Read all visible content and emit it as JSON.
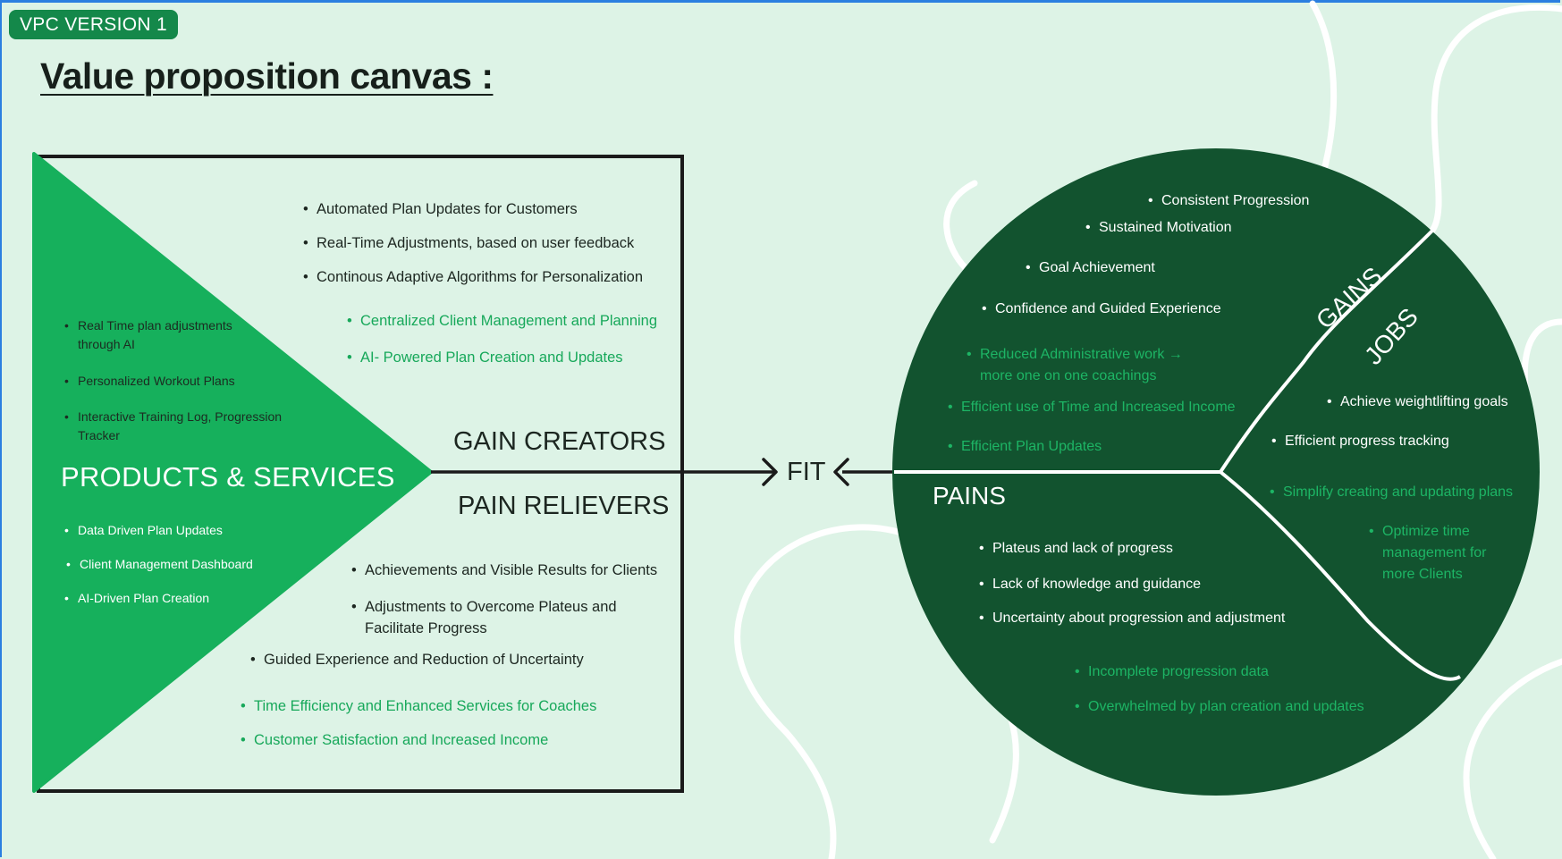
{
  "header": {
    "tag": "VPC VERSION 1",
    "title": "Value proposition canvas :"
  },
  "value_map": {
    "gain_creators_title": "GAIN CREATORS",
    "gain_creators": [
      "Automated Plan Updates for Customers",
      "Real-Time Adjustments, based on user feedback",
      "Continous Adaptive Algorithms for Personalization"
    ],
    "gain_creators_coach": [
      "Centralized Client Management and Planning",
      "AI- Powered Plan Creation and Updates"
    ],
    "products_title": "PRODUCTS & SERVICES",
    "products_top": [
      "Real Time plan adjustments through AI",
      "Personalized Workout Plans",
      "Interactive Training Log, Progression Tracker"
    ],
    "products_bottom": [
      "Data Driven Plan Updates",
      "Client Management Dashboard",
      "AI-Driven Plan Creation"
    ],
    "pain_relievers_title": "PAIN RELIEVERS",
    "pain_relievers": [
      "Achievements and Visible Results for Clients",
      "Adjustments to Overcome Plateus and Facilitate Progress",
      "Guided Experience and Reduction of Uncertainty"
    ],
    "pain_relievers_coach": [
      "Time Efficiency and Enhanced Services for Coaches",
      "Customer Satisfaction and Increased Income"
    ]
  },
  "fit": {
    "label": "FIT"
  },
  "customer_profile": {
    "gains_title": "GAINS",
    "gains": [
      "Consistent Progression",
      "Sustained Motivation",
      "Goal Achievement",
      "Confidence and Guided Experience"
    ],
    "gains_coach": [
      "Reduced Administrative work → more one on one coachings",
      "Efficient use of Time and Increased Income",
      "Efficient Plan Updates"
    ],
    "jobs_title": "JOBS",
    "jobs": [
      "Achieve weightlifting goals",
      "Efficient progress tracking"
    ],
    "jobs_coach": [
      "Simplify creating and updating plans",
      "Optimize time management for more Clients"
    ],
    "pains_title": "PAINS",
    "pains": [
      "Plateus and lack of progress",
      "Lack of knowledge and guidance",
      "Uncertainty about progression and adjustment"
    ],
    "pains_coach": [
      "Incomplete progression data",
      "Overwhelmed by plan creation and updates"
    ]
  },
  "colors": {
    "background": "#ddf3e6",
    "triangle": "#16b05c",
    "circle": "#12532f",
    "accent_text": "#17a85a",
    "tag": "#14884a"
  }
}
